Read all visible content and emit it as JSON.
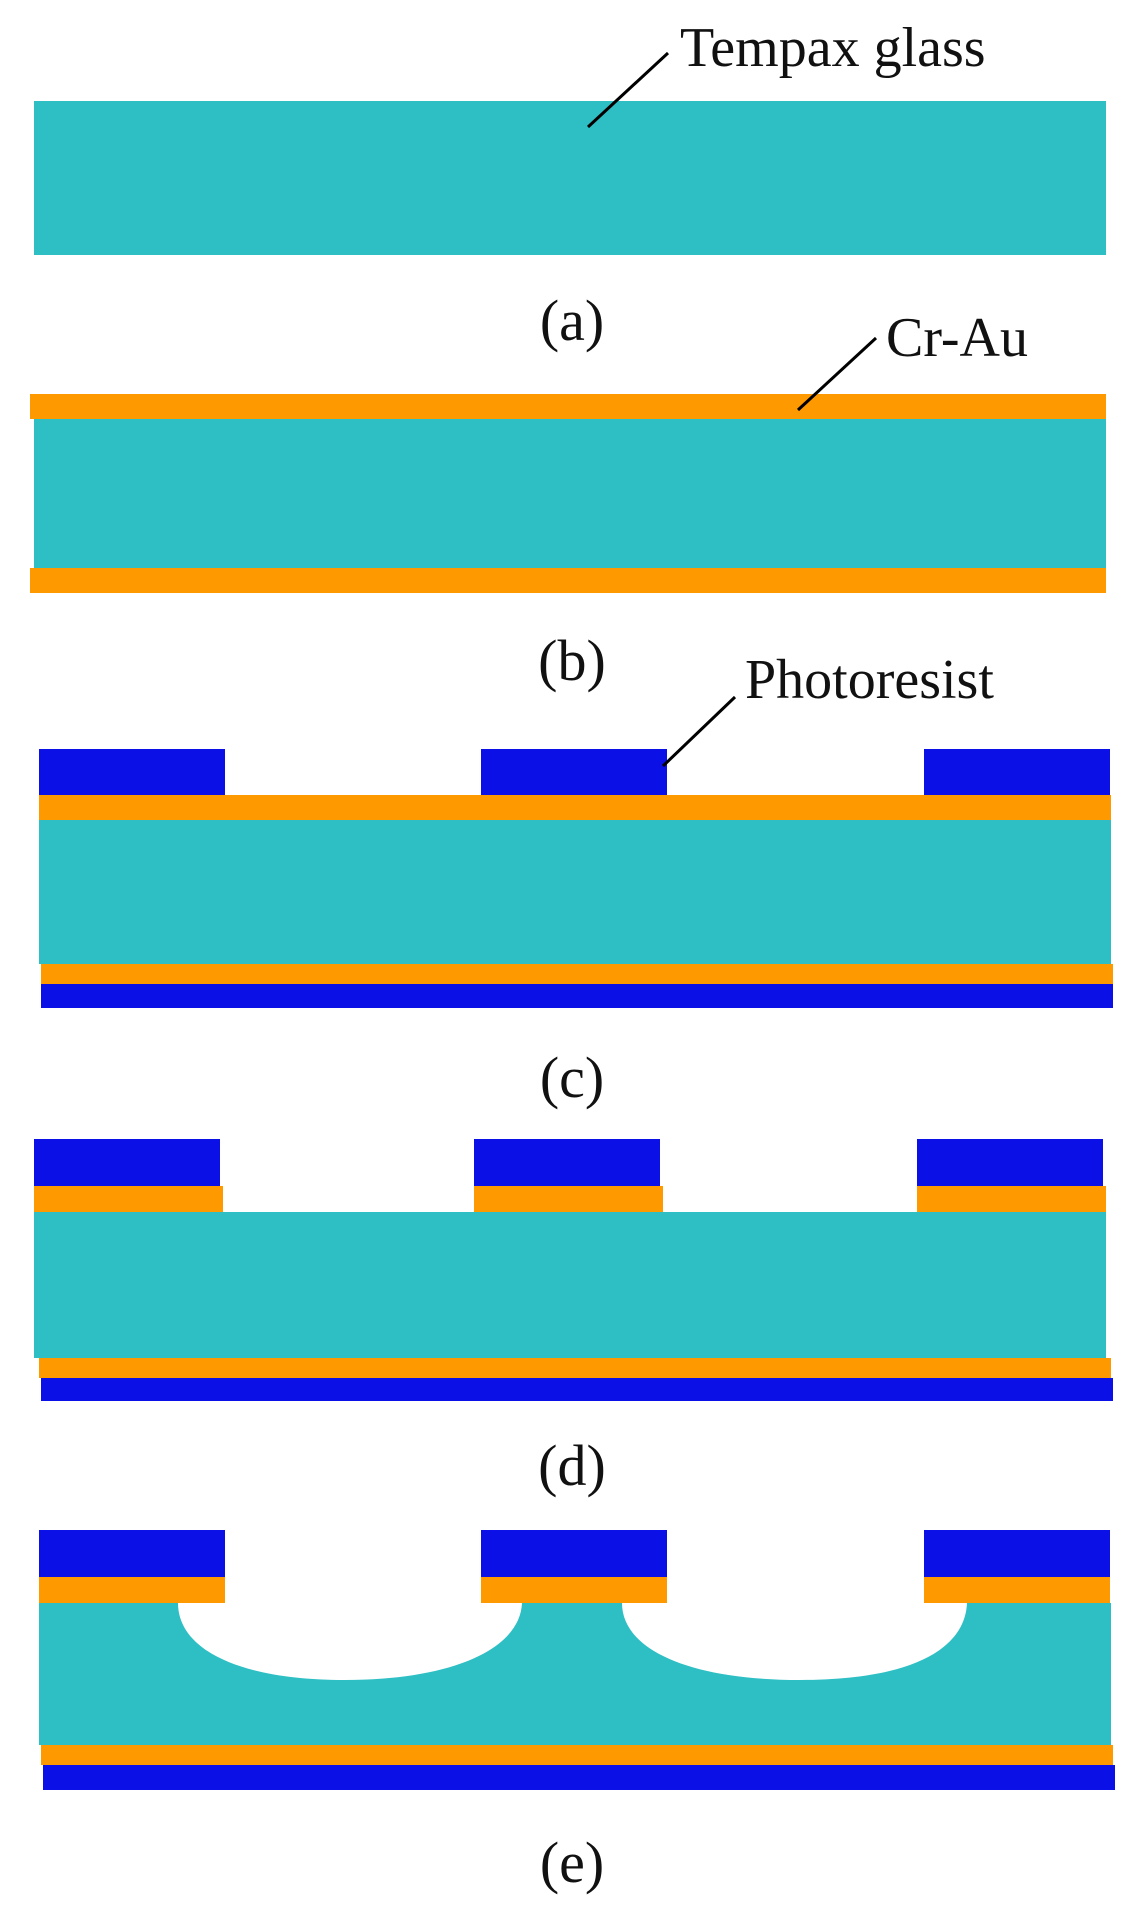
{
  "colors": {
    "glass": "#2DBFC4",
    "cr_au": "#FF9900",
    "photoresist": "#0A10E6",
    "background": "#FFFFFF"
  },
  "labels": {
    "glass": "Tempax glass",
    "cr_au": "Cr-Au",
    "photoresist": "Photoresist"
  },
  "steps": [
    {
      "caption": "(a)"
    },
    {
      "caption": "(b)"
    },
    {
      "caption": "(c)"
    },
    {
      "caption": "(d)"
    },
    {
      "caption": "(e)"
    }
  ]
}
